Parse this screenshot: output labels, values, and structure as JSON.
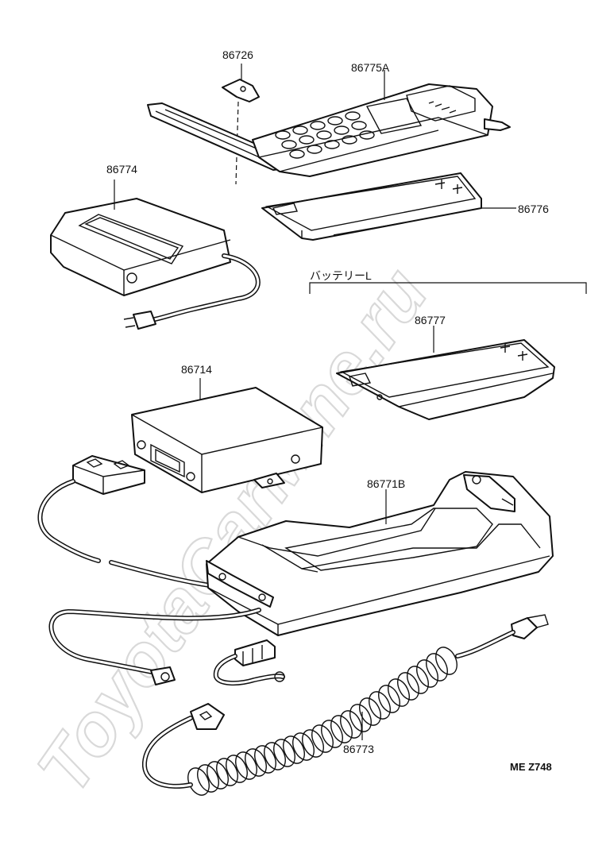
{
  "labels": {
    "p86726": "86726",
    "p86775a": "86775A",
    "p86774": "86774",
    "p86776": "86776",
    "battery_group": "バッテリーL",
    "p86777": "86777",
    "p86714": "86714",
    "p86771b": "86771B",
    "p86773": "86773"
  },
  "diagram_code": "ME Z748",
  "watermark": "ToyotaCarMine.ru"
}
